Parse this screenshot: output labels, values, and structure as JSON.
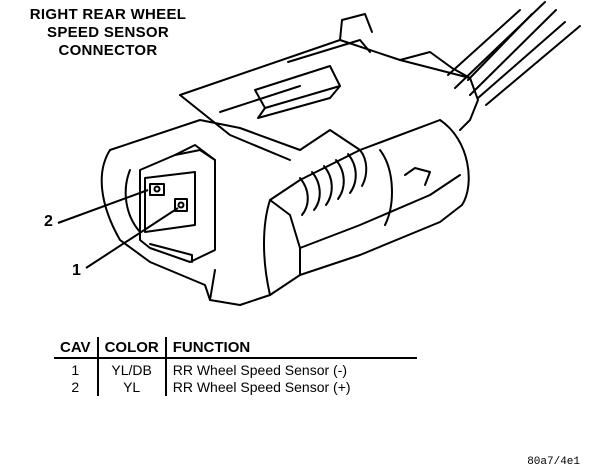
{
  "title": {
    "line1": "RIGHT REAR WHEEL",
    "line2": "SPEED SENSOR",
    "line3": "CONNECTOR"
  },
  "callouts": {
    "cavity_2": "2",
    "cavity_1": "1"
  },
  "table": {
    "headers": {
      "cav": "CAV",
      "color": "COLOR",
      "function": "FUNCTION"
    },
    "rows": [
      {
        "cav": "1",
        "color": "YL/DB",
        "function": "RR Wheel Speed Sensor (-)"
      },
      {
        "cav": "2",
        "color": "YL",
        "function": "RR Wheel Speed Sensor (+)"
      }
    ]
  },
  "figure_code": "80a7/4e1"
}
